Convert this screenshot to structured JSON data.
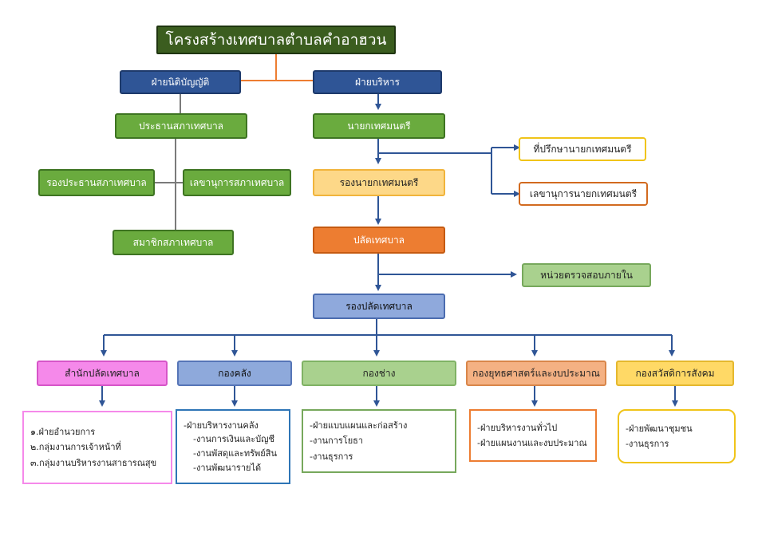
{
  "title": "โครงสร้างเทศบาลตำบลคำอาฮวน",
  "legislative": {
    "branch": "ฝ่ายนิติบัญญัติ",
    "chairman": "ประธานสภาเทศบาล",
    "vice_chairman": "รองประธานสภาเทศบาล",
    "secretary": "เลขานุการสภาเทศบาล",
    "members": "สมาชิกสภาเทศบาล"
  },
  "executive": {
    "branch": "ฝ่ายบริหาร",
    "mayor": "นายกเทศมนตรี",
    "advisor": "ที่ปรึกษานายกเทศมนตรี",
    "mayor_secretary": "เลขานุการนายกเทศมนตรี",
    "deputy_mayor": "รองนายกเทศมนตรี",
    "clerk": "ปลัดเทศบาล",
    "audit": "หน่วยตรวจสอบภายใน",
    "deputy_clerk": "รองปลัดเทศบาล"
  },
  "departments": [
    {
      "name": "สำนักปลัดเทศบาล",
      "items": [
        "๑.ฝ่ายอำนวยการ",
        "๒.กลุ่มงานการเจ้าหน้าที่",
        "๓.กลุ่มงานบริหารงานสาธารณสุข"
      ]
    },
    {
      "name": "กองคลัง",
      "items": [
        "-ฝ่ายบริหารงานคลัง",
        "-งานการเงินและบัญชี",
        "-งานพัสดุและทรัพย์สิน",
        "-งานพัฒนารายได้"
      ]
    },
    {
      "name": "กองช่าง",
      "items": [
        "-ฝ่ายแบบแผนและก่อสร้าง",
        "-งานการโยธา",
        "-งานธุรการ"
      ]
    },
    {
      "name": "กองยุทธศาสตร์และงบประมาณ",
      "items": [
        "-ฝ่ายบริหารงานทั่วไป",
        "-ฝ่ายแผนงานและงบประมาณ"
      ]
    },
    {
      "name": "กองสวัสดิการสังคม",
      "items": [
        "-ฝ่ายพัฒนาชุมชน",
        "-งานธุรการ"
      ]
    }
  ],
  "colors": {
    "connector_orange": "#ed7d31",
    "connector_blue": "#2f5596",
    "connector_gray": "#7a7a7a"
  }
}
